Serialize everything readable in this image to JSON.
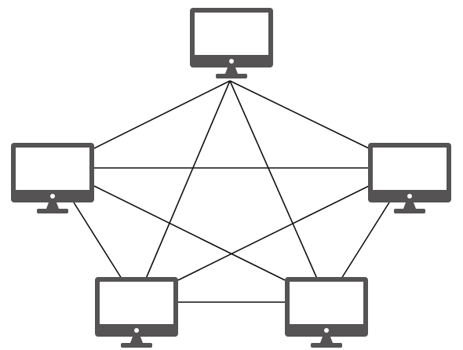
{
  "diagram": {
    "type": "full-mesh-network",
    "nodes": [
      {
        "id": "top",
        "icon": "monitor-icon"
      },
      {
        "id": "left",
        "icon": "monitor-icon"
      },
      {
        "id": "right",
        "icon": "monitor-icon"
      },
      {
        "id": "bottom-left",
        "icon": "monitor-icon"
      },
      {
        "id": "bottom-right",
        "icon": "monitor-icon"
      }
    ],
    "edges": [
      [
        "top",
        "left"
      ],
      [
        "top",
        "right"
      ],
      [
        "top",
        "bottom-left"
      ],
      [
        "top",
        "bottom-right"
      ],
      [
        "left",
        "right"
      ],
      [
        "left",
        "bottom-left"
      ],
      [
        "left",
        "bottom-right"
      ],
      [
        "right",
        "bottom-left"
      ],
      [
        "right",
        "bottom-right"
      ],
      [
        "bottom-left",
        "bottom-right"
      ]
    ],
    "colors": {
      "monitor": "#555353",
      "screen": "#ffffff",
      "line": "#111111",
      "background": "#ffffff"
    }
  }
}
